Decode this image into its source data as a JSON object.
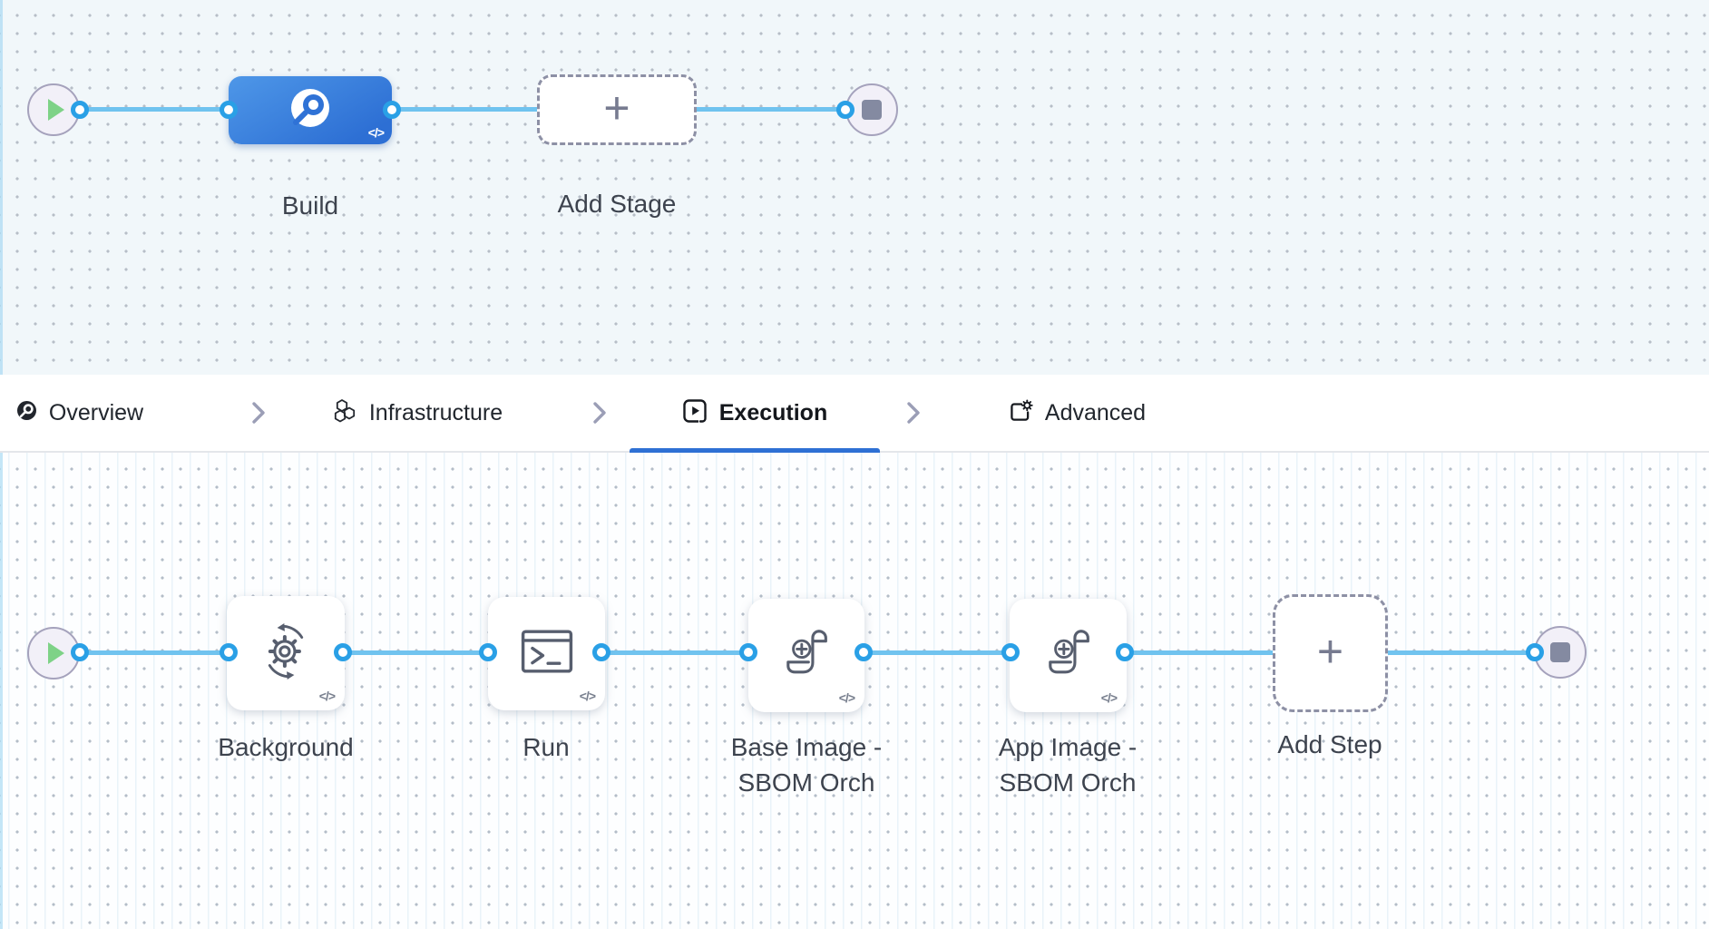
{
  "stage_canvas": {
    "stage": {
      "label": "Build",
      "code_glyph": "</>"
    },
    "add_stage": {
      "label": "Add Stage",
      "plus": "+"
    }
  },
  "tab_bar": {
    "tabs": [
      {
        "label": "Overview",
        "icon": "overview-icon",
        "active": false
      },
      {
        "label": "Infrastructure",
        "icon": "infrastructure-icon",
        "active": false
      },
      {
        "label": "Execution",
        "icon": "execution-icon",
        "active": true
      },
      {
        "label": "Advanced",
        "icon": "advanced-icon",
        "active": false
      }
    ]
  },
  "execution_canvas": {
    "steps": [
      {
        "label_line1": "Background",
        "label_line2": "",
        "icon": "background-sync-icon",
        "code_glyph": "</>"
      },
      {
        "label_line1": "Run",
        "label_line2": "",
        "icon": "terminal-icon",
        "code_glyph": "</>"
      },
      {
        "label_line1": "Base Image -",
        "label_line2": "SBOM Orch",
        "icon": "scroll-plus-icon",
        "code_glyph": "</>"
      },
      {
        "label_line1": "App Image -",
        "label_line2": "SBOM Orch",
        "icon": "scroll-plus-icon",
        "code_glyph": "</>"
      }
    ],
    "add_step": {
      "label": "Add Step",
      "plus": "+"
    }
  },
  "colors": {
    "accent_blue": "#2e70d4",
    "stage_blue": "#3578d9",
    "connector_blue": "#70c3ef",
    "port_blue": "#2aa0e6",
    "play_green": "#7ed287"
  }
}
